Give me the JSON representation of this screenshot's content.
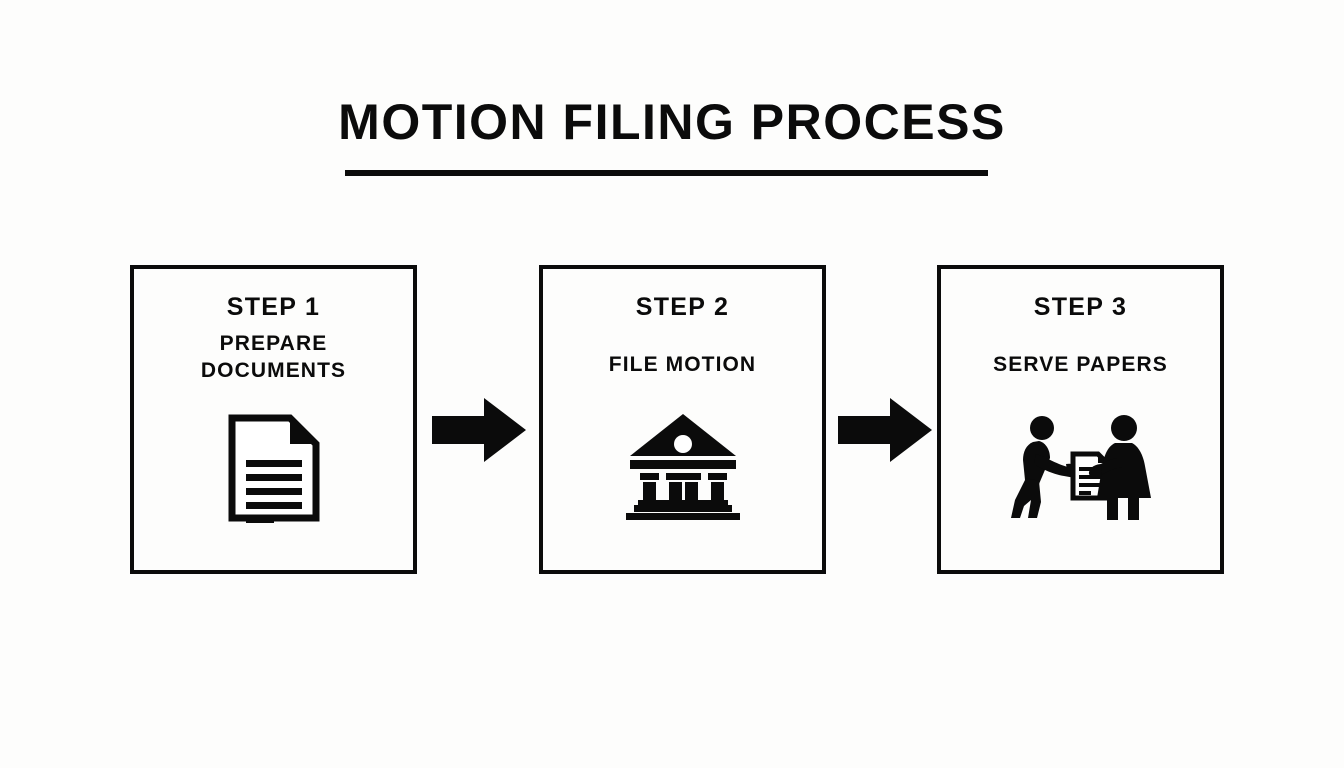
{
  "page": {
    "title": "MOTION FILING PROCESS",
    "background_color": "#fdfdfc",
    "ink_color": "#0b0b0b"
  },
  "diagram": {
    "type": "process-flow",
    "orientation": "horizontal",
    "step_count": 3,
    "steps": [
      {
        "heading": "STEP 1",
        "label": "PREPARE DOCUMENTS",
        "label_line_1": "PREPARE",
        "label_line_2": "DOCUMENTS",
        "icon": "document-icon"
      },
      {
        "heading": "STEP 2",
        "label": "FILE MOTION",
        "label_line_1": "FILE MOTION",
        "label_line_2": "",
        "icon": "courthouse-icon"
      },
      {
        "heading": "STEP 3",
        "label": "SERVE PAPERS",
        "label_line_1": "SERVE PAPERS",
        "label_line_2": "",
        "icon": "document-handoff-icon"
      }
    ],
    "connectors": [
      {
        "icon": "arrow-right-icon",
        "from": "STEP 1",
        "to": "STEP 2"
      },
      {
        "icon": "arrow-right-icon",
        "from": "STEP 2",
        "to": "STEP 3"
      }
    ]
  }
}
